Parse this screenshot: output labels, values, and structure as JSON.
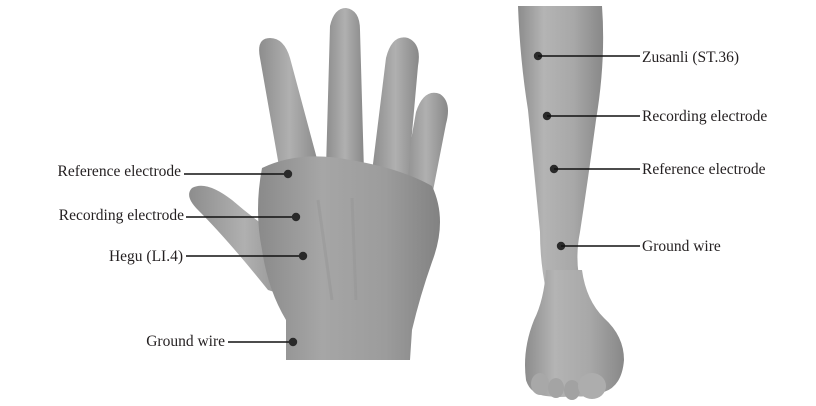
{
  "hand_labels": {
    "reference_electrode": "Reference electrode",
    "recording_electrode": "Recording electrode",
    "hegu": "Hegu (LI.4)",
    "ground_wire": "Ground wire"
  },
  "leg_labels": {
    "zusanli": "Zusanli (ST.36)",
    "recording_electrode": "Recording electrode",
    "reference_electrode": "Reference electrode",
    "ground_wire": "Ground wire"
  }
}
